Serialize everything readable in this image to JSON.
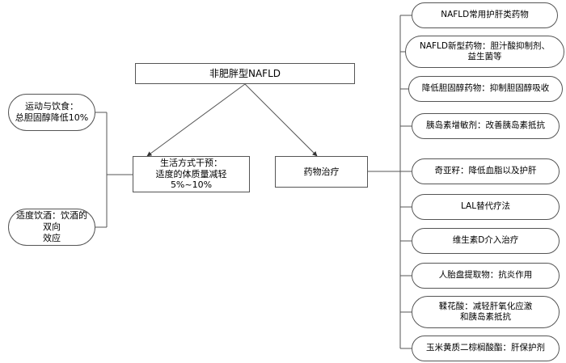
{
  "diagram": {
    "type": "flowchart",
    "background_color": "#ffffff",
    "line_color": "#555555",
    "text_color": "#000000",
    "root": {
      "label": "非肥胖型NAFLD",
      "shape": "rectangle"
    },
    "branches": [
      {
        "label": "生活方式干预：\n适度的体质量减轻5%~10%",
        "shape": "rectangle"
      },
      {
        "label": "药物治疗",
        "shape": "rectangle"
      }
    ],
    "lifestyle_items": [
      {
        "label": "运动与饮食：\n总胆固醇降低10%",
        "shape": "rounded"
      },
      {
        "label": "适度饮酒：饮酒的双向\n效应",
        "shape": "rounded"
      }
    ],
    "drug_items": [
      {
        "label": "NAFLD常用护肝类药物",
        "shape": "rounded"
      },
      {
        "label": "NAFLD新型药物：胆汁酸抑制剂、\n益生菌等",
        "shape": "rounded"
      },
      {
        "label": "降低胆固醇药物：抑制胆固醇吸收",
        "shape": "rounded"
      },
      {
        "label": "胰岛素增敏剂：改善胰岛素抵抗",
        "shape": "rounded"
      },
      {
        "label": "奇亚籽：降低血脂以及护肝",
        "shape": "rounded"
      },
      {
        "label": "LAL替代疗法",
        "shape": "rounded"
      },
      {
        "label": "维生素D介入治疗",
        "shape": "rounded"
      },
      {
        "label": "人胎盘提取物：抗炎作用",
        "shape": "rounded"
      },
      {
        "label": "鞣花酸：减轻肝氧化应激\n和胰岛素抵抗",
        "shape": "rounded"
      },
      {
        "label": "玉米黄质二棕榈酸酯：肝保护剂",
        "shape": "rounded"
      }
    ]
  }
}
